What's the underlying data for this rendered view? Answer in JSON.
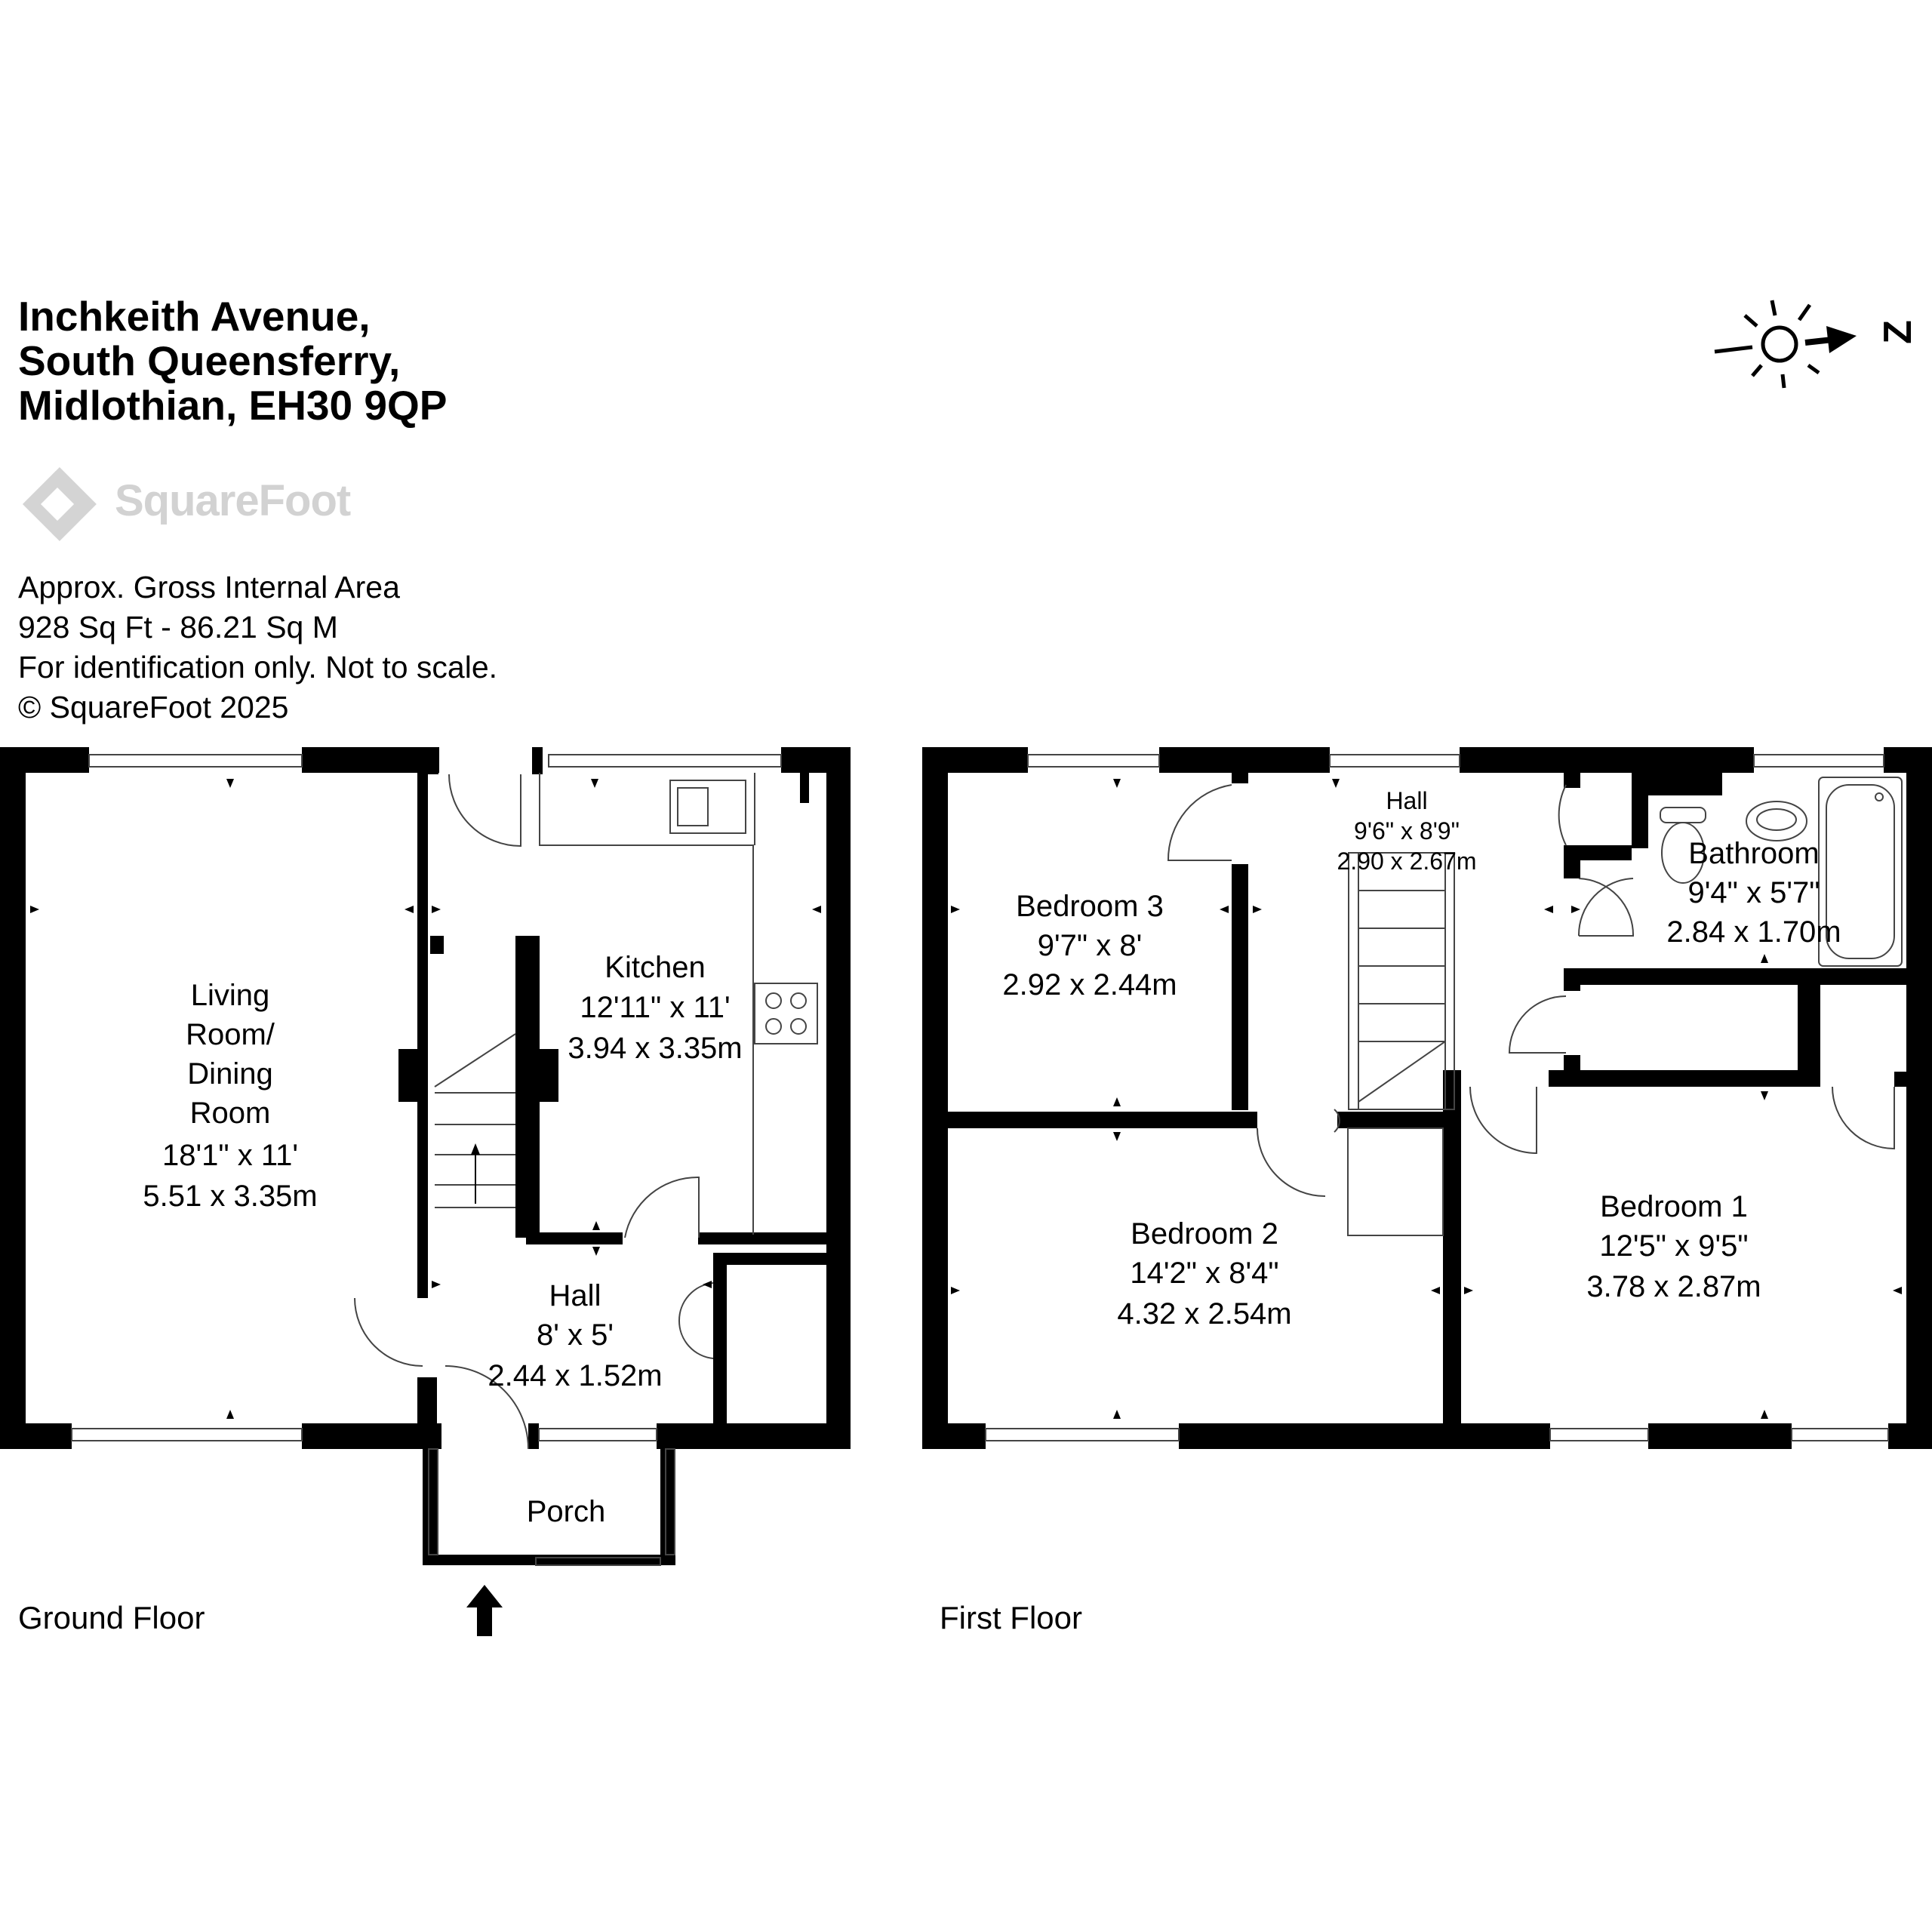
{
  "header": {
    "address_line1": "Inchkeith Avenue,",
    "address_line2": "South Queensferry,",
    "address_line3": "Midlothian, EH30 9QP",
    "brand": "SquareFoot",
    "area_label": "Approx. Gross Internal Area",
    "area_value": "928 Sq Ft  -  86.21 Sq M",
    "disclaimer": "For identification only. Not to scale.",
    "copyright": "© SquareFoot 2025"
  },
  "compass": {
    "label": "Z"
  },
  "ground_floor": {
    "label": "Ground Floor",
    "rooms": {
      "living": {
        "line1": "Living",
        "line2": "Room/",
        "line3": "Dining",
        "line4": "Room",
        "dim_imperial": "18'1\" x 11'",
        "dim_metric": "5.51 x 3.35m"
      },
      "kitchen": {
        "name": "Kitchen",
        "dim_imperial": "12'11\" x 11'",
        "dim_metric": "3.94 x 3.35m"
      },
      "hall": {
        "name": "Hall",
        "dim_imperial": "8' x 5'",
        "dim_metric": "2.44 x 1.52m"
      },
      "porch": {
        "name": "Porch"
      }
    }
  },
  "first_floor": {
    "label": "First Floor",
    "rooms": {
      "hall": {
        "name": "Hall",
        "dim_imperial": "9'6\" x 8'9\"",
        "dim_metric": "2.90 x 2.67m"
      },
      "bedroom3": {
        "name": "Bedroom 3",
        "dim_imperial": "9'7\" x 8'",
        "dim_metric": "2.92 x 2.44m"
      },
      "bathroom": {
        "name": "Bathroom",
        "dim_imperial": "9'4\" x 5'7\"",
        "dim_metric": "2.84 x 1.70m"
      },
      "bedroom2": {
        "name": "Bedroom 2",
        "dim_imperial": "14'2\" x 8'4\"",
        "dim_metric": "4.32 x 2.54m"
      },
      "bedroom1": {
        "name": "Bedroom 1",
        "dim_imperial": "12'5\" x 9'5\"",
        "dim_metric": "3.78 x 2.87m"
      }
    }
  }
}
